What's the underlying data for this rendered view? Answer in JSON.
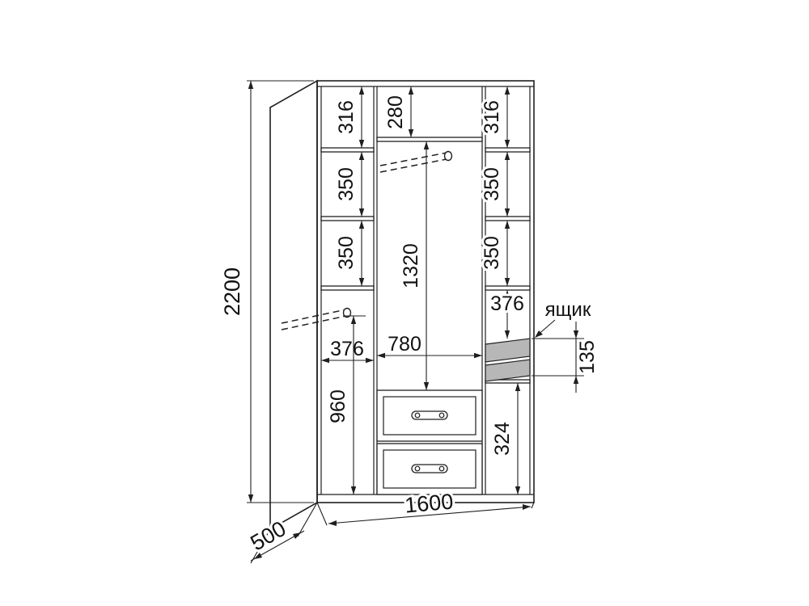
{
  "diagram": {
    "type": "wardrobe-dimension-drawing",
    "units": "mm",
    "overall_height": "2200",
    "overall_width": "1600",
    "overall_depth": "500",
    "left_section": {
      "shelf_gap_top": "316",
      "shelf_gap_2": "350",
      "shelf_gap_3": "350",
      "inner_width": "376",
      "lower_height": "960"
    },
    "middle_section": {
      "top_shelf_gap": "280",
      "hanging_height": "1320",
      "inner_width": "780"
    },
    "right_section": {
      "shelf_gap_top": "316",
      "shelf_gap_2": "350",
      "shelf_gap_3": "350",
      "shelf_gap_4": "376",
      "drawer_height": "135",
      "bottom_gap": "324"
    },
    "drawer_label": "ящик"
  }
}
